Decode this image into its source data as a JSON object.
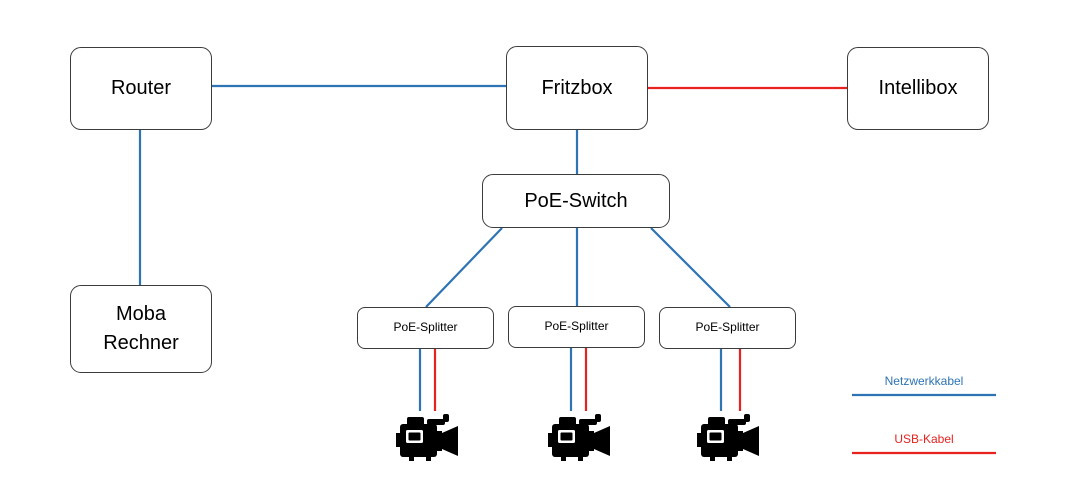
{
  "diagram": {
    "nodes": {
      "router": "Router",
      "fritzbox": "Fritzbox",
      "intellibox": "Intellibox",
      "moba_rechner": "Moba\nRechner",
      "poe_switch": "PoE-Switch",
      "splitter_1": "PoE-Splitter",
      "splitter_2": "PoE-Splitter",
      "splitter_3": "PoE-Splitter"
    },
    "cameras": [
      "camera-1",
      "camera-2",
      "camera-3"
    ],
    "connections": [
      {
        "from": "router",
        "to": "fritzbox",
        "kind": "network"
      },
      {
        "from": "router",
        "to": "moba_rechner",
        "kind": "network"
      },
      {
        "from": "fritzbox",
        "to": "intellibox",
        "kind": "usb"
      },
      {
        "from": "fritzbox",
        "to": "poe_switch",
        "kind": "network"
      },
      {
        "from": "poe_switch",
        "to": "splitter_1",
        "kind": "network"
      },
      {
        "from": "poe_switch",
        "to": "splitter_2",
        "kind": "network"
      },
      {
        "from": "poe_switch",
        "to": "splitter_3",
        "kind": "network"
      },
      {
        "from": "splitter_1",
        "to": "camera-1",
        "kind": "network"
      },
      {
        "from": "splitter_1",
        "to": "camera-1",
        "kind": "usb"
      },
      {
        "from": "splitter_2",
        "to": "camera-2",
        "kind": "network"
      },
      {
        "from": "splitter_2",
        "to": "camera-2",
        "kind": "usb"
      },
      {
        "from": "splitter_3",
        "to": "camera-3",
        "kind": "network"
      },
      {
        "from": "splitter_3",
        "to": "camera-3",
        "kind": "usb"
      }
    ]
  },
  "legend": {
    "network_label": "Netzwerkkabel",
    "usb_label": "USB-Kabel"
  },
  "colors": {
    "network": "#2e74b5",
    "usb": "#e8231f",
    "box_border": "#3c3c3c",
    "camera": "#000000"
  },
  "icons": {
    "camera": "video-camera-icon"
  }
}
